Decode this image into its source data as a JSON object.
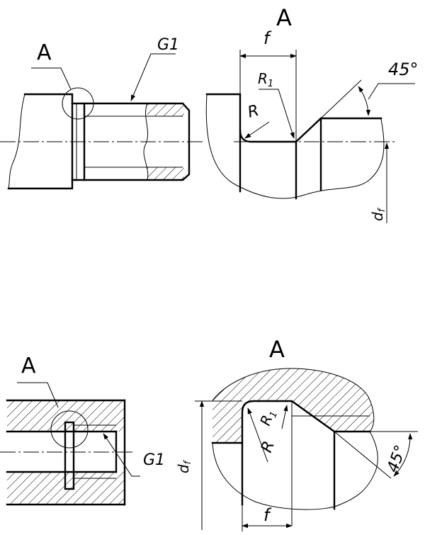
{
  "top_figure": {
    "section_label": "A",
    "thread_label": "G1",
    "detail_title": "A",
    "dim_width": "f",
    "dim_fillet_outer": "R",
    "dim_fillet_inner": "R",
    "dim_fillet_inner_sub": "1",
    "dim_angle": "45°",
    "dim_diameter": "d",
    "dim_diameter_sub": "f"
  },
  "bottom_figure": {
    "section_label": "A",
    "thread_label": "G1",
    "detail_title": "A",
    "dim_width": "f",
    "dim_fillet_outer": "R",
    "dim_fillet_inner": "R",
    "dim_fillet_inner_sub": "1",
    "dim_angle": "45°",
    "dim_diameter": "d",
    "dim_diameter_sub": "f"
  }
}
